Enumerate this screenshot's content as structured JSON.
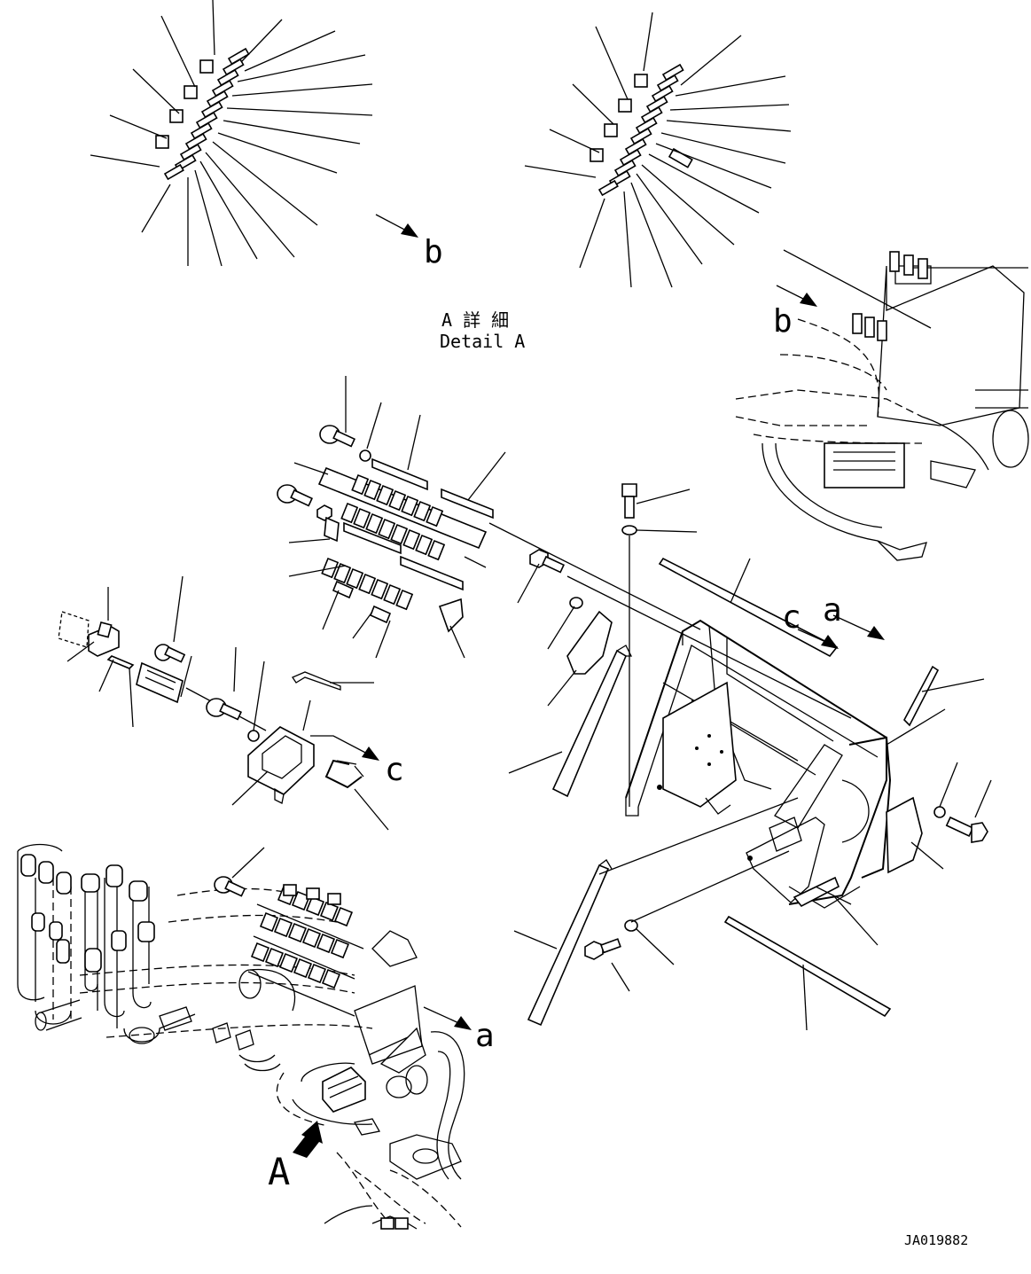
{
  "detail_heading": {
    "japanese": "A 詳 細",
    "english": "Detail A"
  },
  "callouts": {
    "a": "a",
    "b": "b",
    "c": "c",
    "A": "A"
  },
  "drawing_number": "JA019882"
}
